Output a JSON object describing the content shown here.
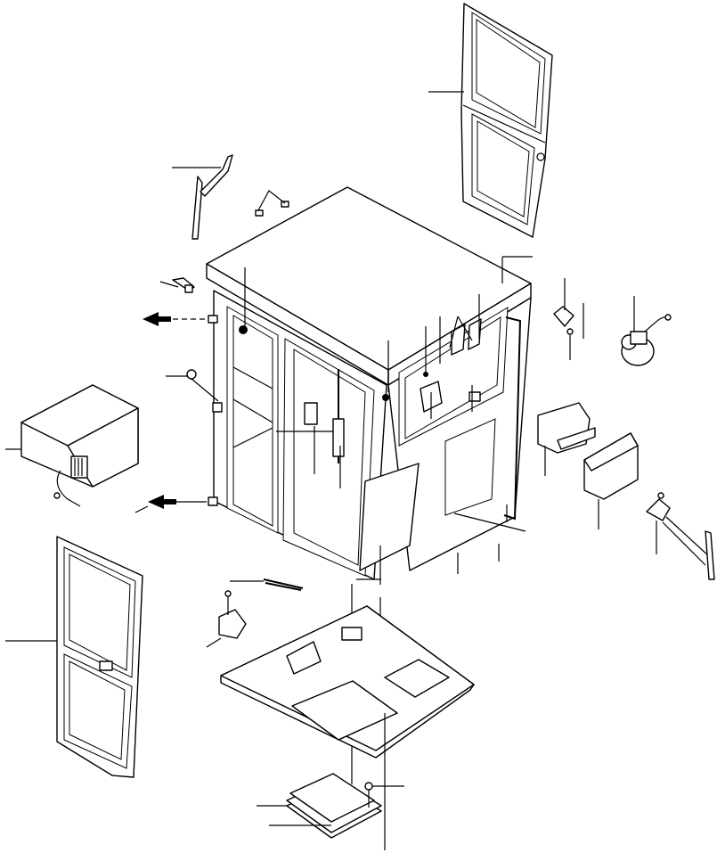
{
  "diagram": {
    "parts": [
      "cab-shell",
      "roof-panel",
      "right-door",
      "left-door",
      "wiper-arm-upper",
      "wiper-arm-right",
      "heater-box",
      "floor-plate",
      "floor-mat-stack",
      "mounting-bracket",
      "bracket-cover",
      "motor-assembly",
      "lamp",
      "spring",
      "clip-pair",
      "bolt",
      "arrow-front",
      "arrow-rear"
    ],
    "colors": {
      "line": "#000000",
      "background": "#ffffff"
    },
    "icons": [
      "arrow-left-icon"
    ]
  }
}
